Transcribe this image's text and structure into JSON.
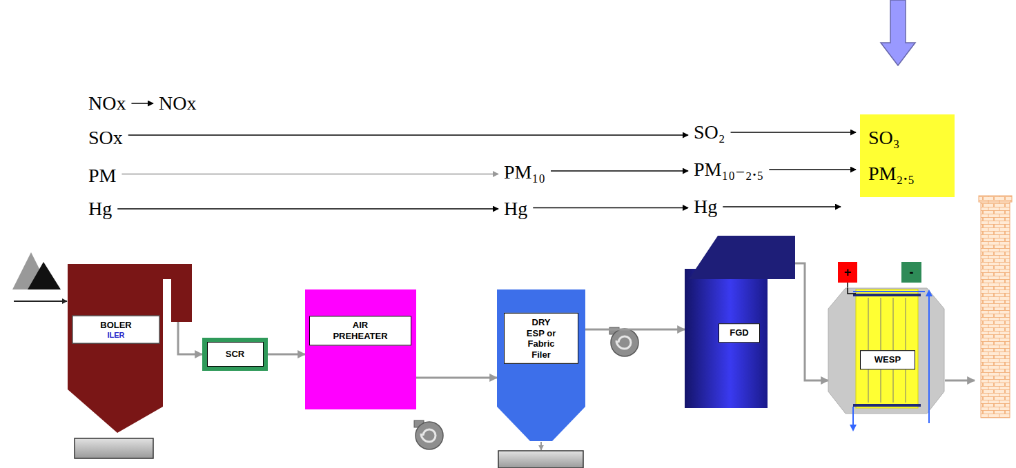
{
  "diagram": {
    "nodes": [
      {
        "text": [
          "SO₃",
          "PM₂.₅"
        ]
      },
      {
        "text": [
          "BOLER",
          "ILER"
        ]
      },
      {
        "text": [
          "SCR"
        ]
      },
      {
        "text": [
          "AIR PREHEATER"
        ]
      },
      {
        "text": [
          "DRY ESP or Fabric Filer"
        ]
      },
      {
        "text": [
          "FGD"
        ]
      },
      {
        "text": [
          "+"
        ]
      },
      {
        "text": [
          "-"
        ]
      },
      {
        "text": [
          "WESP"
        ]
      }
    ],
    "edges": [
      {
        "from": 1,
        "to": 2,
        "arrow": "to"
      },
      {
        "from": 2,
        "to": 3,
        "arrow": "to"
      },
      {
        "from": 3,
        "to": 4,
        "arrow": "to"
      },
      {
        "from": 4,
        "to": 5,
        "arrow": "to"
      },
      {
        "from": 5,
        "to": 8,
        "arrow": "to"
      },
      {
        "from": 6,
        "to": 8,
        "arrow": "none"
      }
    ],
    "labels": [
      "NOx",
      "NOx",
      "SOx",
      "SO₂",
      "PM",
      "PM₁₀",
      "PM₁₀₋₂.₅",
      "Hg",
      "Hg",
      "Hg"
    ]
  }
}
